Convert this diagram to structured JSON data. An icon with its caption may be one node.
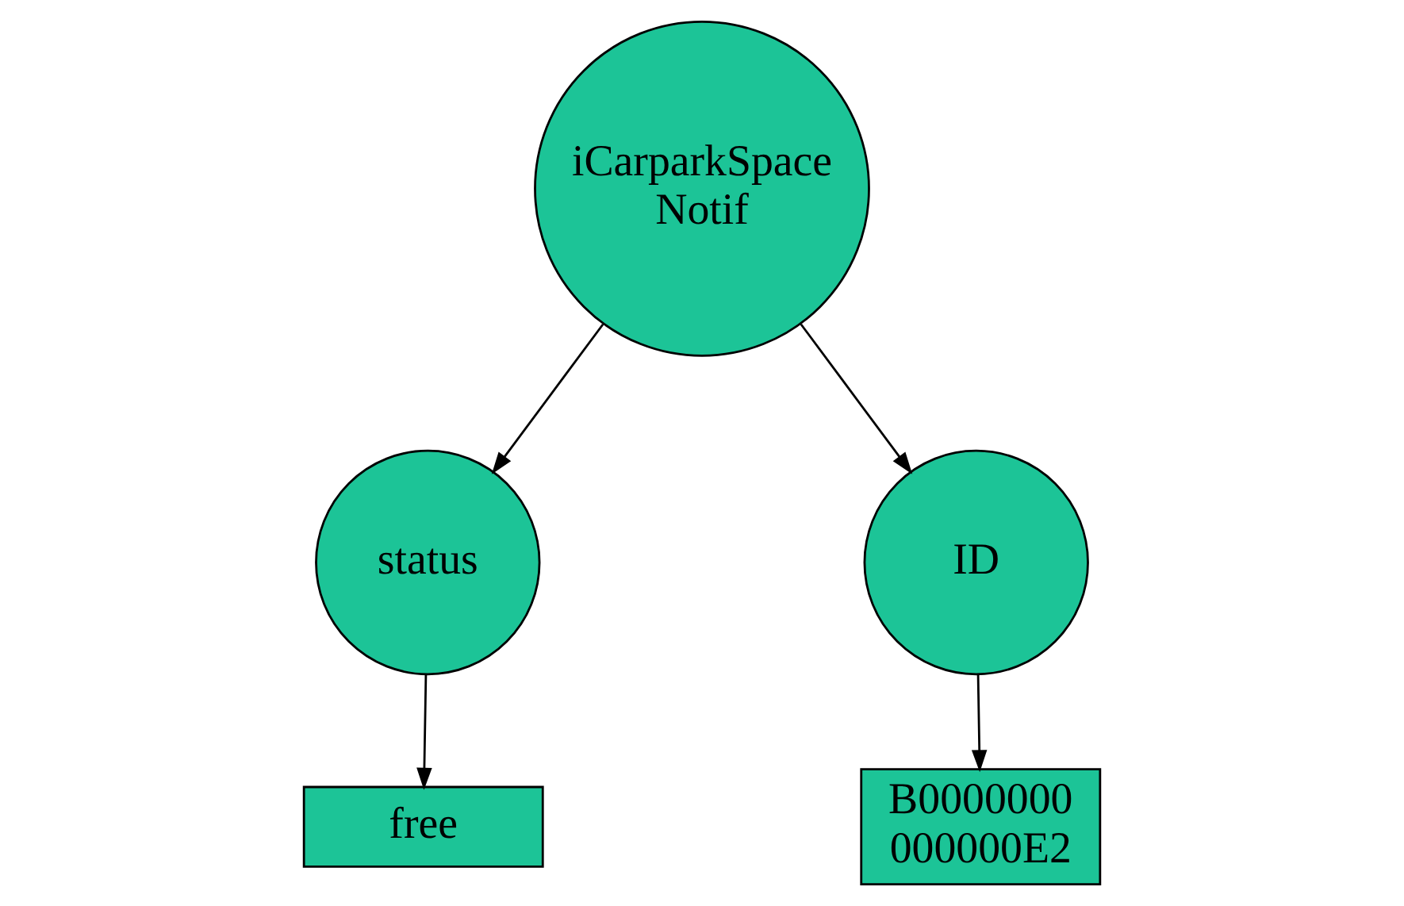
{
  "diagram": {
    "nodes": [
      {
        "text": [
          "iCarparkSpace Notif"
        ]
      },
      {
        "text": [
          "status"
        ]
      },
      {
        "text": [
          "ID"
        ]
      },
      {
        "text": [
          "free"
        ]
      },
      {
        "text": [
          "B0000000 000000E2"
        ]
      }
    ],
    "edges": [
      {
        "from": 0,
        "to": 1,
        "arrow": "to"
      },
      {
        "from": 0,
        "to": 2,
        "arrow": "to"
      },
      {
        "from": 1,
        "to": 3,
        "arrow": "to"
      },
      {
        "from": 2,
        "to": 4,
        "arrow": "to"
      }
    ]
  }
}
